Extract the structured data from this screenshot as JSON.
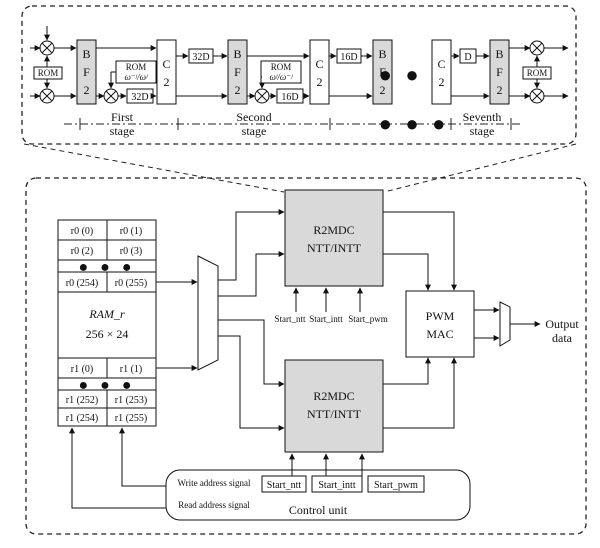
{
  "pipeline": {
    "rom": "ROM",
    "bf_letters": [
      "B",
      "F",
      "2"
    ],
    "c2_letters": [
      "C",
      "2"
    ],
    "rom_twiddle_1": "ω⁻ʲ/ωʲ",
    "rom_twiddle_2": "ωʲ/ω⁻ʲ",
    "delays": [
      "32D",
      "32D",
      "16D",
      "16D",
      "D"
    ],
    "ellipsis": "● ● ●",
    "stages": [
      {
        "line1": "First",
        "line2": "stage"
      },
      {
        "line1": "Second",
        "line2": "stage"
      },
      {
        "line1": "Seventh",
        "line2": "stage"
      }
    ]
  },
  "ram": {
    "cells_top": [
      [
        "r0 (0)",
        "r0 (1)"
      ],
      [
        "r0 (2)",
        "r0 (3)"
      ],
      [
        "r0 (254)",
        "r0 (255)"
      ]
    ],
    "name": "RAM_r",
    "size": "256 × 24",
    "cells_bottom": [
      [
        "r1 (0)",
        "r1 (1)"
      ],
      [
        "r1 (252)",
        "r1 (253)"
      ],
      [
        "r1 (254)",
        "r1 (255)"
      ]
    ]
  },
  "r2mdc": {
    "line1": "R2MDC",
    "line2": "NTT/INTT"
  },
  "top_signals": [
    "Start_ntt",
    "Start_intt",
    "Start_pwm"
  ],
  "pwm": {
    "line1": "PWM",
    "line2": "MAC"
  },
  "output": {
    "line1": "Output",
    "line2": "data"
  },
  "control": {
    "write_addr": "Write address signal",
    "read_addr": "Read address signal",
    "buttons": [
      "Start_ntt",
      "Start_intt",
      "Start_pwm"
    ],
    "title": "Control unit"
  }
}
